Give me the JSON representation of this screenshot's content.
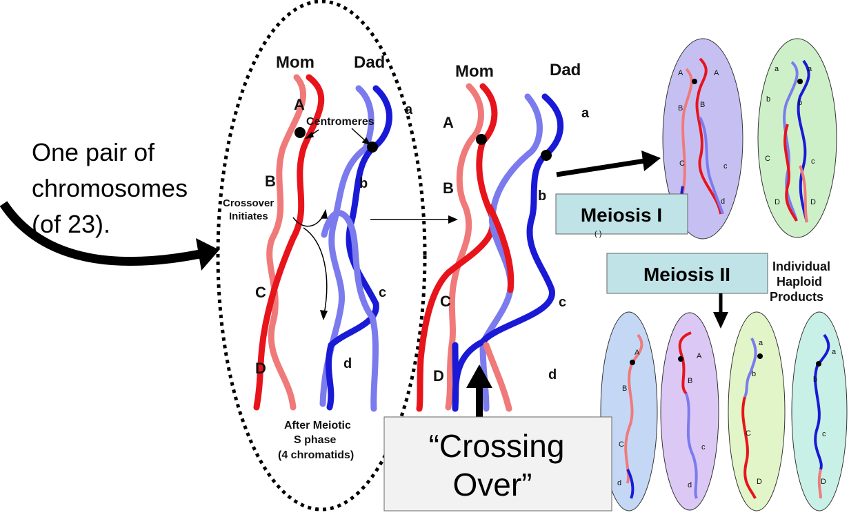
{
  "intro": {
    "line1": "One pair of",
    "line2": "chromosomes",
    "line3": " (of 23)."
  },
  "parents": {
    "mom": "Mom",
    "dad": "Dad"
  },
  "loci": {
    "upper": [
      "A",
      "B",
      "C",
      "D"
    ],
    "lower": [
      "a",
      "b",
      "c",
      "d"
    ]
  },
  "annotations": {
    "centromeres": "Centromeres",
    "crossover_line1": "Crossover",
    "crossover_line2": "Initiates",
    "sphase_line1": "After Meiotic",
    "sphase_line2": "S phase",
    "sphase_line3": "(4 chromatids)",
    "haploid_line1": "Individual",
    "haploid_line2": "Haploid",
    "haploid_line3": "Products"
  },
  "boxes": {
    "meiosis1": "Meiosis I",
    "meiosis2": "Meiosis II",
    "crossing_line1": "“Crossing",
    "crossing_line2": "Over”"
  },
  "colors": {
    "mom_dark": "#e8141b",
    "mom_light": "#f07a7a",
    "dad_dark": "#1a1ad6",
    "dad_light": "#7b7bee",
    "meiosis_box": "#bfe3e6",
    "crossing_box": "#f2f2f2",
    "cell_purple": "#c6c0f2",
    "cell_green": "#cdf0c8",
    "cell_blue": "#c4d8f5",
    "cell_violet": "#dcc8f5",
    "cell_lime": "#e2f5c8",
    "cell_teal": "#c8f0e6"
  }
}
